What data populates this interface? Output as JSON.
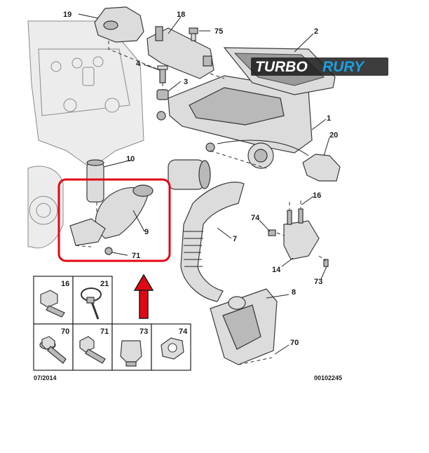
{
  "colors": {
    "highlight_frame": "#e30613",
    "arrow_fill": "#e30613",
    "logo_text": "#ffffff",
    "logo_accent": "#1aa0e0",
    "logo_bg": "#1b1b1b",
    "line": "#222222",
    "part_fill": "#dcdcdc"
  },
  "logo": {
    "part1": "TURBO",
    "part2": "RURY"
  },
  "callouts": {
    "c1": "1",
    "c2": "2",
    "c3": "3",
    "c4": "4",
    "c7": "7",
    "c8": "8",
    "c9": "9",
    "c10": "10",
    "c14": "14",
    "c16": "16",
    "c18": "18",
    "c19": "19",
    "c20": "20",
    "c70": "70",
    "c71": "71",
    "c73": "73",
    "c74": "74",
    "c75": "75"
  },
  "legend": {
    "cells": [
      {
        "number": "16",
        "icon": "flange-bolt-icon"
      },
      {
        "number": "21",
        "icon": "cable-tie-icon"
      },
      {
        "number": "70",
        "icon": "washer-bolt-icon"
      },
      {
        "number": "71",
        "icon": "hex-bolt-icon"
      },
      {
        "number": "73",
        "icon": "clip-fastener-icon"
      },
      {
        "number": "74",
        "icon": "hex-nut-icon"
      }
    ]
  },
  "footer": {
    "date": "07/2014",
    "reference": "00102245"
  }
}
